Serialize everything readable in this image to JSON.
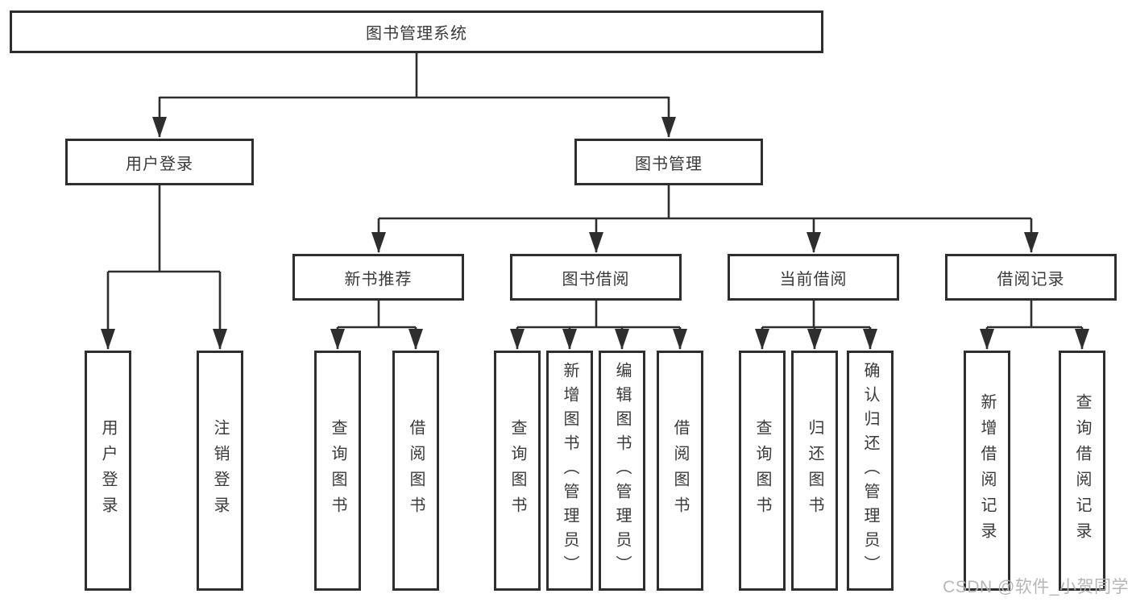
{
  "diagram": {
    "title": "library management system functional structure diagram",
    "root": {
      "label": "图书管理系统"
    },
    "level2": [
      {
        "label": "用户登录"
      },
      {
        "label": "图书管理"
      }
    ],
    "level3": [
      {
        "label": "新书推荐",
        "parent": "图书管理"
      },
      {
        "label": "图书借阅",
        "parent": "图书管理"
      },
      {
        "label": "当前借阅",
        "parent": "图书管理"
      },
      {
        "label": "借阅记录",
        "parent": "图书管理"
      }
    ],
    "leaves": [
      {
        "label": "用户登录",
        "parent": "用户登录"
      },
      {
        "label": "注销登录",
        "parent": "用户登录"
      },
      {
        "label": "查询图书",
        "parent": "新书推荐"
      },
      {
        "label": "借阅图书",
        "parent": "新书推荐"
      },
      {
        "label": "查询图书",
        "parent": "图书借阅"
      },
      {
        "label": "新增图书（管理员）",
        "parent": "图书借阅"
      },
      {
        "label": "编辑图书（管理员）",
        "parent": "图书借阅"
      },
      {
        "label": "借阅图书",
        "parent": "图书借阅"
      },
      {
        "label": "查询图书",
        "parent": "当前借阅"
      },
      {
        "label": "归还图书",
        "parent": "当前借阅"
      },
      {
        "label": "确认归还（管理员）",
        "parent": "当前借阅"
      },
      {
        "label": "新增借阅记录",
        "parent": "借阅记录"
      },
      {
        "label": "查询借阅记录",
        "parent": "借阅记录"
      }
    ]
  },
  "watermark": {
    "text": "CSDN @软件_小贺同学"
  },
  "colors": {
    "line": "#2e2e2e",
    "text": "#3a3a3a",
    "watermark": "#b2b2b2",
    "background": "#ffffff"
  }
}
